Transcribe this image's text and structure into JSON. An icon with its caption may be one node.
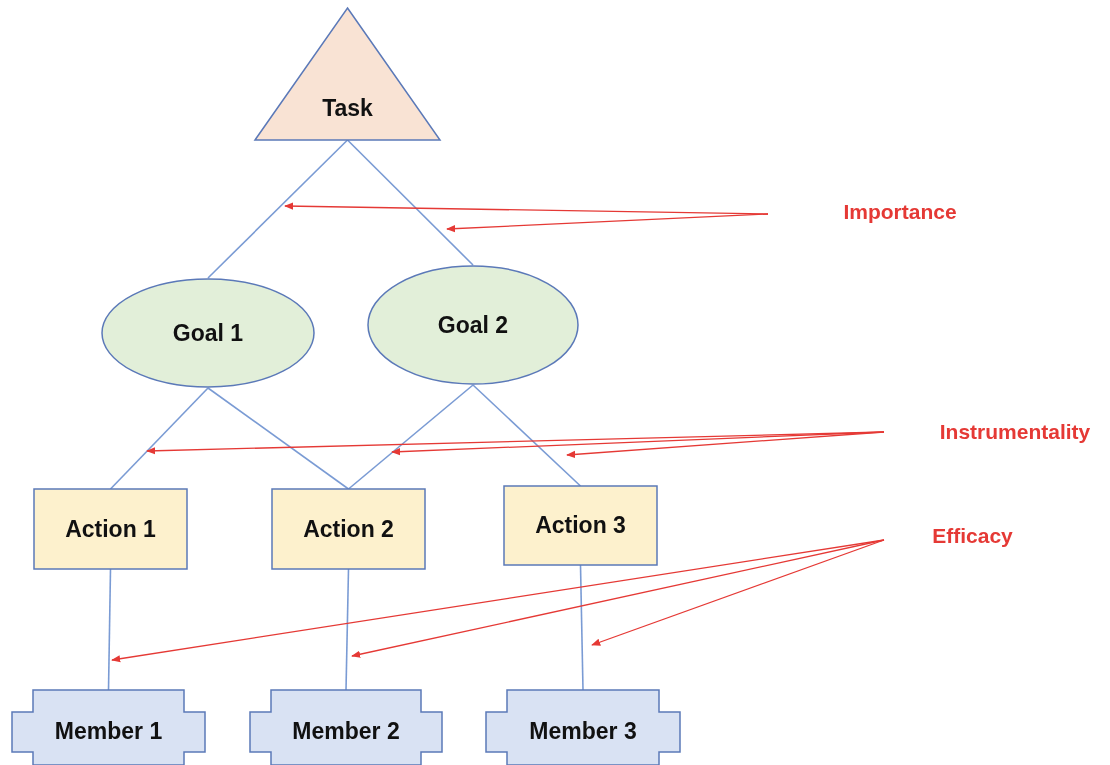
{
  "diagram": {
    "nodes": [
      {
        "text": [
          "Task"
        ]
      },
      {
        "text": [
          "Goal 1"
        ]
      },
      {
        "text": [
          "Goal 2"
        ]
      },
      {
        "text": [
          "Action 1"
        ]
      },
      {
        "text": [
          "Action 2"
        ]
      },
      {
        "text": [
          "Action 3"
        ]
      },
      {
        "text": [
          "Member 1"
        ]
      },
      {
        "text": [
          "Member 2"
        ]
      },
      {
        "text": [
          "Member 3"
        ]
      },
      {
        "text": [
          "Importance"
        ]
      },
      {
        "text": [
          "Instrumentality"
        ]
      },
      {
        "text": [
          "Efficacy"
        ]
      }
    ],
    "edges": [
      {
        "from": 0,
        "to": 1,
        "arrow": "none"
      },
      {
        "from": 0,
        "to": 2,
        "arrow": "none"
      },
      {
        "from": 1,
        "to": 3,
        "arrow": "none"
      },
      {
        "from": 1,
        "to": 4,
        "arrow": "none"
      },
      {
        "from": 2,
        "to": 4,
        "arrow": "none"
      },
      {
        "from": 2,
        "to": 5,
        "arrow": "none"
      },
      {
        "from": 3,
        "to": 6,
        "arrow": "none"
      },
      {
        "from": 4,
        "to": 7,
        "arrow": "none"
      },
      {
        "from": 5,
        "to": 8,
        "arrow": "none"
      },
      {
        "from": 9,
        "to": null,
        "arrow": "to",
        "color": "#e53935"
      },
      {
        "from": 9,
        "to": null,
        "arrow": "to",
        "color": "#e53935"
      },
      {
        "from": 10,
        "to": null,
        "arrow": "to",
        "color": "#e53935"
      },
      {
        "from": 10,
        "to": null,
        "arrow": "to",
        "color": "#e53935"
      },
      {
        "from": 10,
        "to": null,
        "arrow": "to",
        "color": "#e53935"
      },
      {
        "from": 11,
        "to": null,
        "arrow": "to",
        "color": "#e53935"
      },
      {
        "from": 11,
        "to": null,
        "arrow": "to",
        "color": "#e53935"
      },
      {
        "from": 11,
        "to": null,
        "arrow": "to",
        "color": "#e53935"
      }
    ]
  }
}
